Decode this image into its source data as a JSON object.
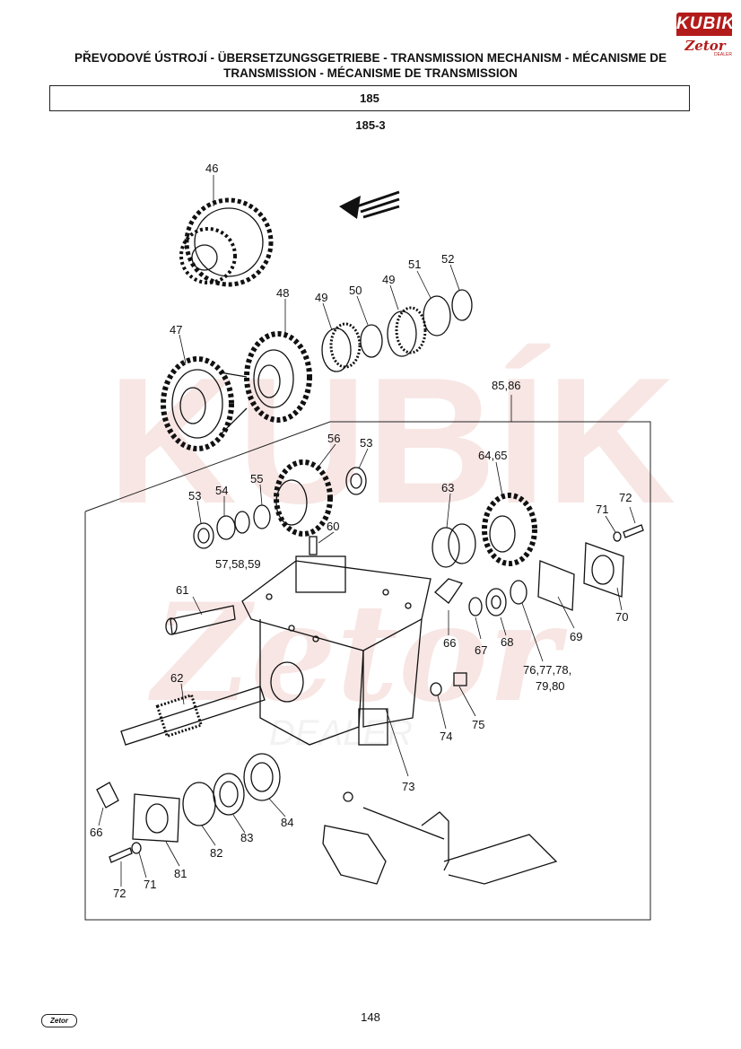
{
  "header": {
    "title": "PŘEVODOVÉ ÚSTROJÍ - ÜBERSETZUNGSGETRIEBE - TRANSMISSION MECHANISM - MÉCANISME DE TRANSMISSION - MÉCANISME DE TRANSMISSION",
    "group_number": "185",
    "subgroup_number": "185-3"
  },
  "logo": {
    "brand": "KUBIK",
    "sub": "Zetor",
    "tag": "DEALER"
  },
  "watermark": {
    "text": "KUBÍK",
    "sub": "Zetor",
    "tag": "DEALER"
  },
  "callouts": {
    "c46": "46",
    "c47": "47",
    "c48": "48",
    "c49a": "49",
    "c49b": "49",
    "c50": "50",
    "c51": "51",
    "c52": "52",
    "c85": "85,86",
    "c56": "56",
    "c53a": "53",
    "c53b": "53",
    "c54": "54",
    "c55": "55",
    "c57": "57,58,59",
    "c60": "60",
    "c61": "61",
    "c62": "62",
    "c63": "63",
    "c64": "64,65",
    "c66a": "66",
    "c66b": "66",
    "c67": "67",
    "c68": "68",
    "c69": "69",
    "c70": "70",
    "c71a": "71",
    "c71b": "71",
    "c72a": "72",
    "c72b": "72",
    "c73": "73",
    "c74": "74",
    "c75": "75",
    "c76": "76,77,78,",
    "c79": "79,80",
    "c81": "81",
    "c82": "82",
    "c83": "83",
    "c84": "84"
  },
  "footer": {
    "page_number": "148",
    "logo_text": "Zetor"
  }
}
